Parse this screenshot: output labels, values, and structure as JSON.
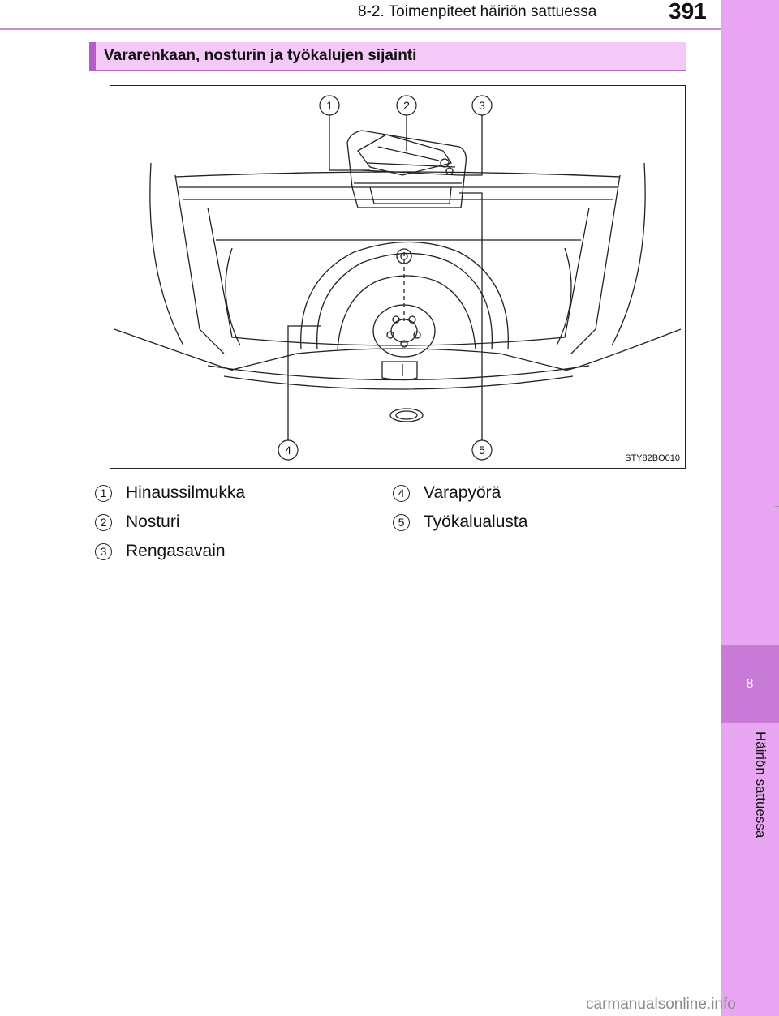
{
  "header": {
    "title": "8-2. Toimenpiteet häiriön sattuessa",
    "page_number": "391"
  },
  "side_tab": {
    "chapter_number": "8",
    "chapter_label": "Häiriön sattuessa"
  },
  "section": {
    "title": "Vararenkaan, nosturin ja työkalujen sijainti"
  },
  "figure": {
    "code": "STY82BO010",
    "callouts": [
      "1",
      "2",
      "3",
      "4",
      "5"
    ]
  },
  "legend": [
    {
      "num": "1",
      "label": "Hinaussilmukka"
    },
    {
      "num": "2",
      "label": "Nosturi"
    },
    {
      "num": "3",
      "label": "Rengasavain"
    },
    {
      "num": "4",
      "label": "Varapyörä"
    },
    {
      "num": "5",
      "label": "Työkalualusta"
    }
  ],
  "watermark": "carmanualsonline.info",
  "colors": {
    "side_strip": "#e8a6f2",
    "chapter_box": "#c77ad6",
    "section_bar": "#f4c9f8",
    "rule": "#c98ad6"
  }
}
